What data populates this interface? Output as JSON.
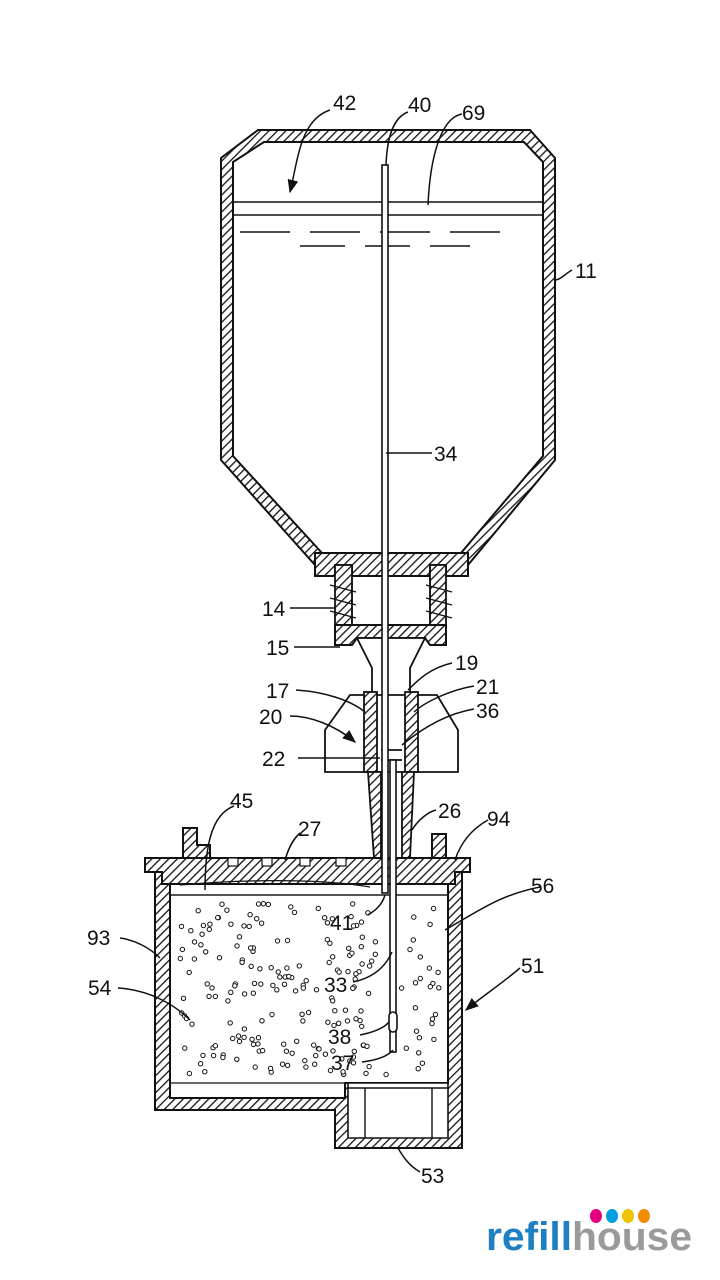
{
  "diagram": {
    "labels": {
      "l42": "42",
      "l40": "40",
      "l69": "69",
      "l11": "11",
      "l34": "34",
      "l14": "14",
      "l15": "15",
      "l19": "19",
      "l17": "17",
      "l21": "21",
      "l20": "20",
      "l36": "36",
      "l22": "22",
      "l26": "26",
      "l45": "45",
      "l27": "27",
      "l94": "94",
      "l56": "56",
      "l93": "93",
      "l41": "41",
      "l51": "51",
      "l54": "54",
      "l33": "33",
      "l38": "38",
      "l37": "37",
      "l53": "53"
    }
  },
  "logo": {
    "part1": "refill",
    "part2": "house",
    "colors": {
      "blue": "#1e7fc2",
      "gray": "#9a9a9a",
      "drop1": "#e4007c",
      "drop2": "#00a0e0",
      "drop3": "#f0c400",
      "drop4": "#f08c00"
    }
  }
}
